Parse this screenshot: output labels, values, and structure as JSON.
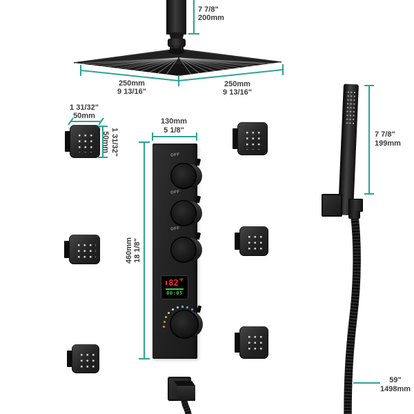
{
  "diagram": {
    "title": "shower-system-dimension-diagram",
    "dimensions": {
      "ceiling_arm": {
        "inch": "7 7/8\"",
        "mm": "200mm"
      },
      "head_left": {
        "mm": "250mm",
        "inch": "9 13/16\""
      },
      "head_right": {
        "mm": "250mm",
        "inch": "9 13/16\""
      },
      "jet_width": {
        "inch": "1 31/32\"",
        "mm": "50mm"
      },
      "jet_height": {
        "mm": "50mm",
        "inch": "1 31/32\""
      },
      "valve_width": {
        "mm": "130mm",
        "inch": "5 1/8\""
      },
      "valve_height": {
        "mm": "460mm",
        "inch": "18 1/8\""
      },
      "handheld": {
        "inch": "7 7/8\"",
        "mm": "199mm"
      },
      "hose": {
        "inch": "59\"",
        "mm": "1498mm"
      }
    },
    "valve": {
      "knob_labels": [
        "OFF",
        "OFF",
        "OFF"
      ],
      "display": {
        "temperature": "82",
        "unit": "°F",
        "timer": "00:05"
      }
    },
    "colors": {
      "dimension_line": "#2aa396",
      "dimension_text": "#3b3b3b",
      "display_red": "#ff2d23",
      "display_unit_orange": "#ff8126",
      "display_green": "#3bd052"
    }
  }
}
